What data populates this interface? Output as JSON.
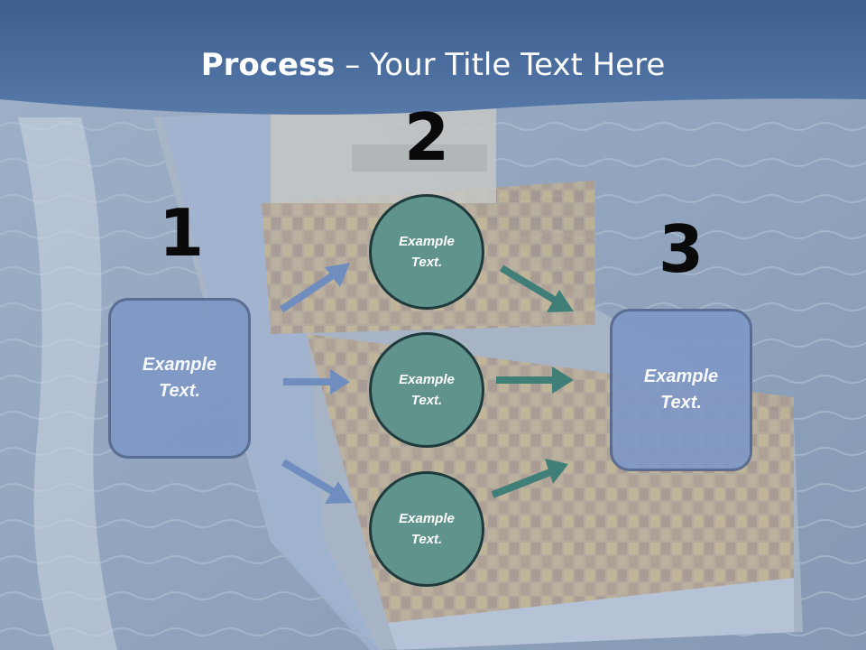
{
  "slide": {
    "title_bold": "Process",
    "title_rest": " – Your Title Text Here",
    "steps": [
      "1",
      "2",
      "3"
    ],
    "left_box_text": "Example Text.",
    "right_box_text": "Example Text.",
    "circles": [
      "Example Text.",
      "Example Text.",
      "Example Text."
    ]
  },
  "colors": {
    "title_band": "#4a6c9b",
    "box_fill": "#7f98c6",
    "circle_fill": "#5f938c",
    "blue_arrow": "#6f8dbf",
    "teal_arrow": "#3f7f78"
  }
}
